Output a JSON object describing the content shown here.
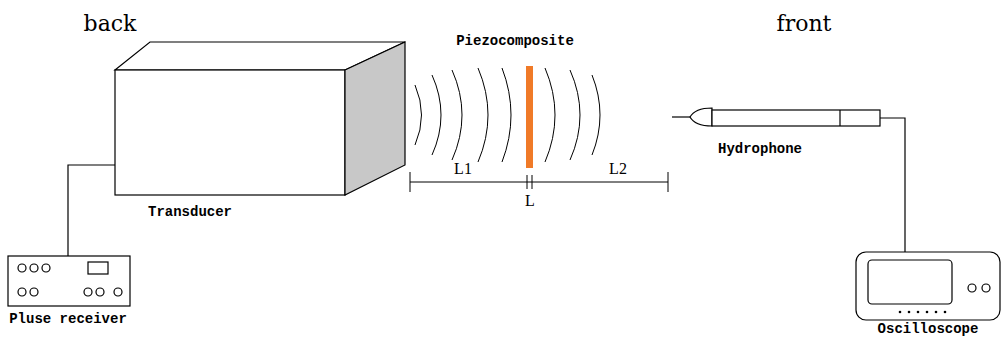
{
  "diagram": {
    "labels": [
      "back",
      "Piezocomposite",
      "front",
      "Hydrophone",
      "Transducer",
      "L1",
      "L",
      "L2",
      "Pluse receiver",
      "Oscilloscope"
    ]
  }
}
